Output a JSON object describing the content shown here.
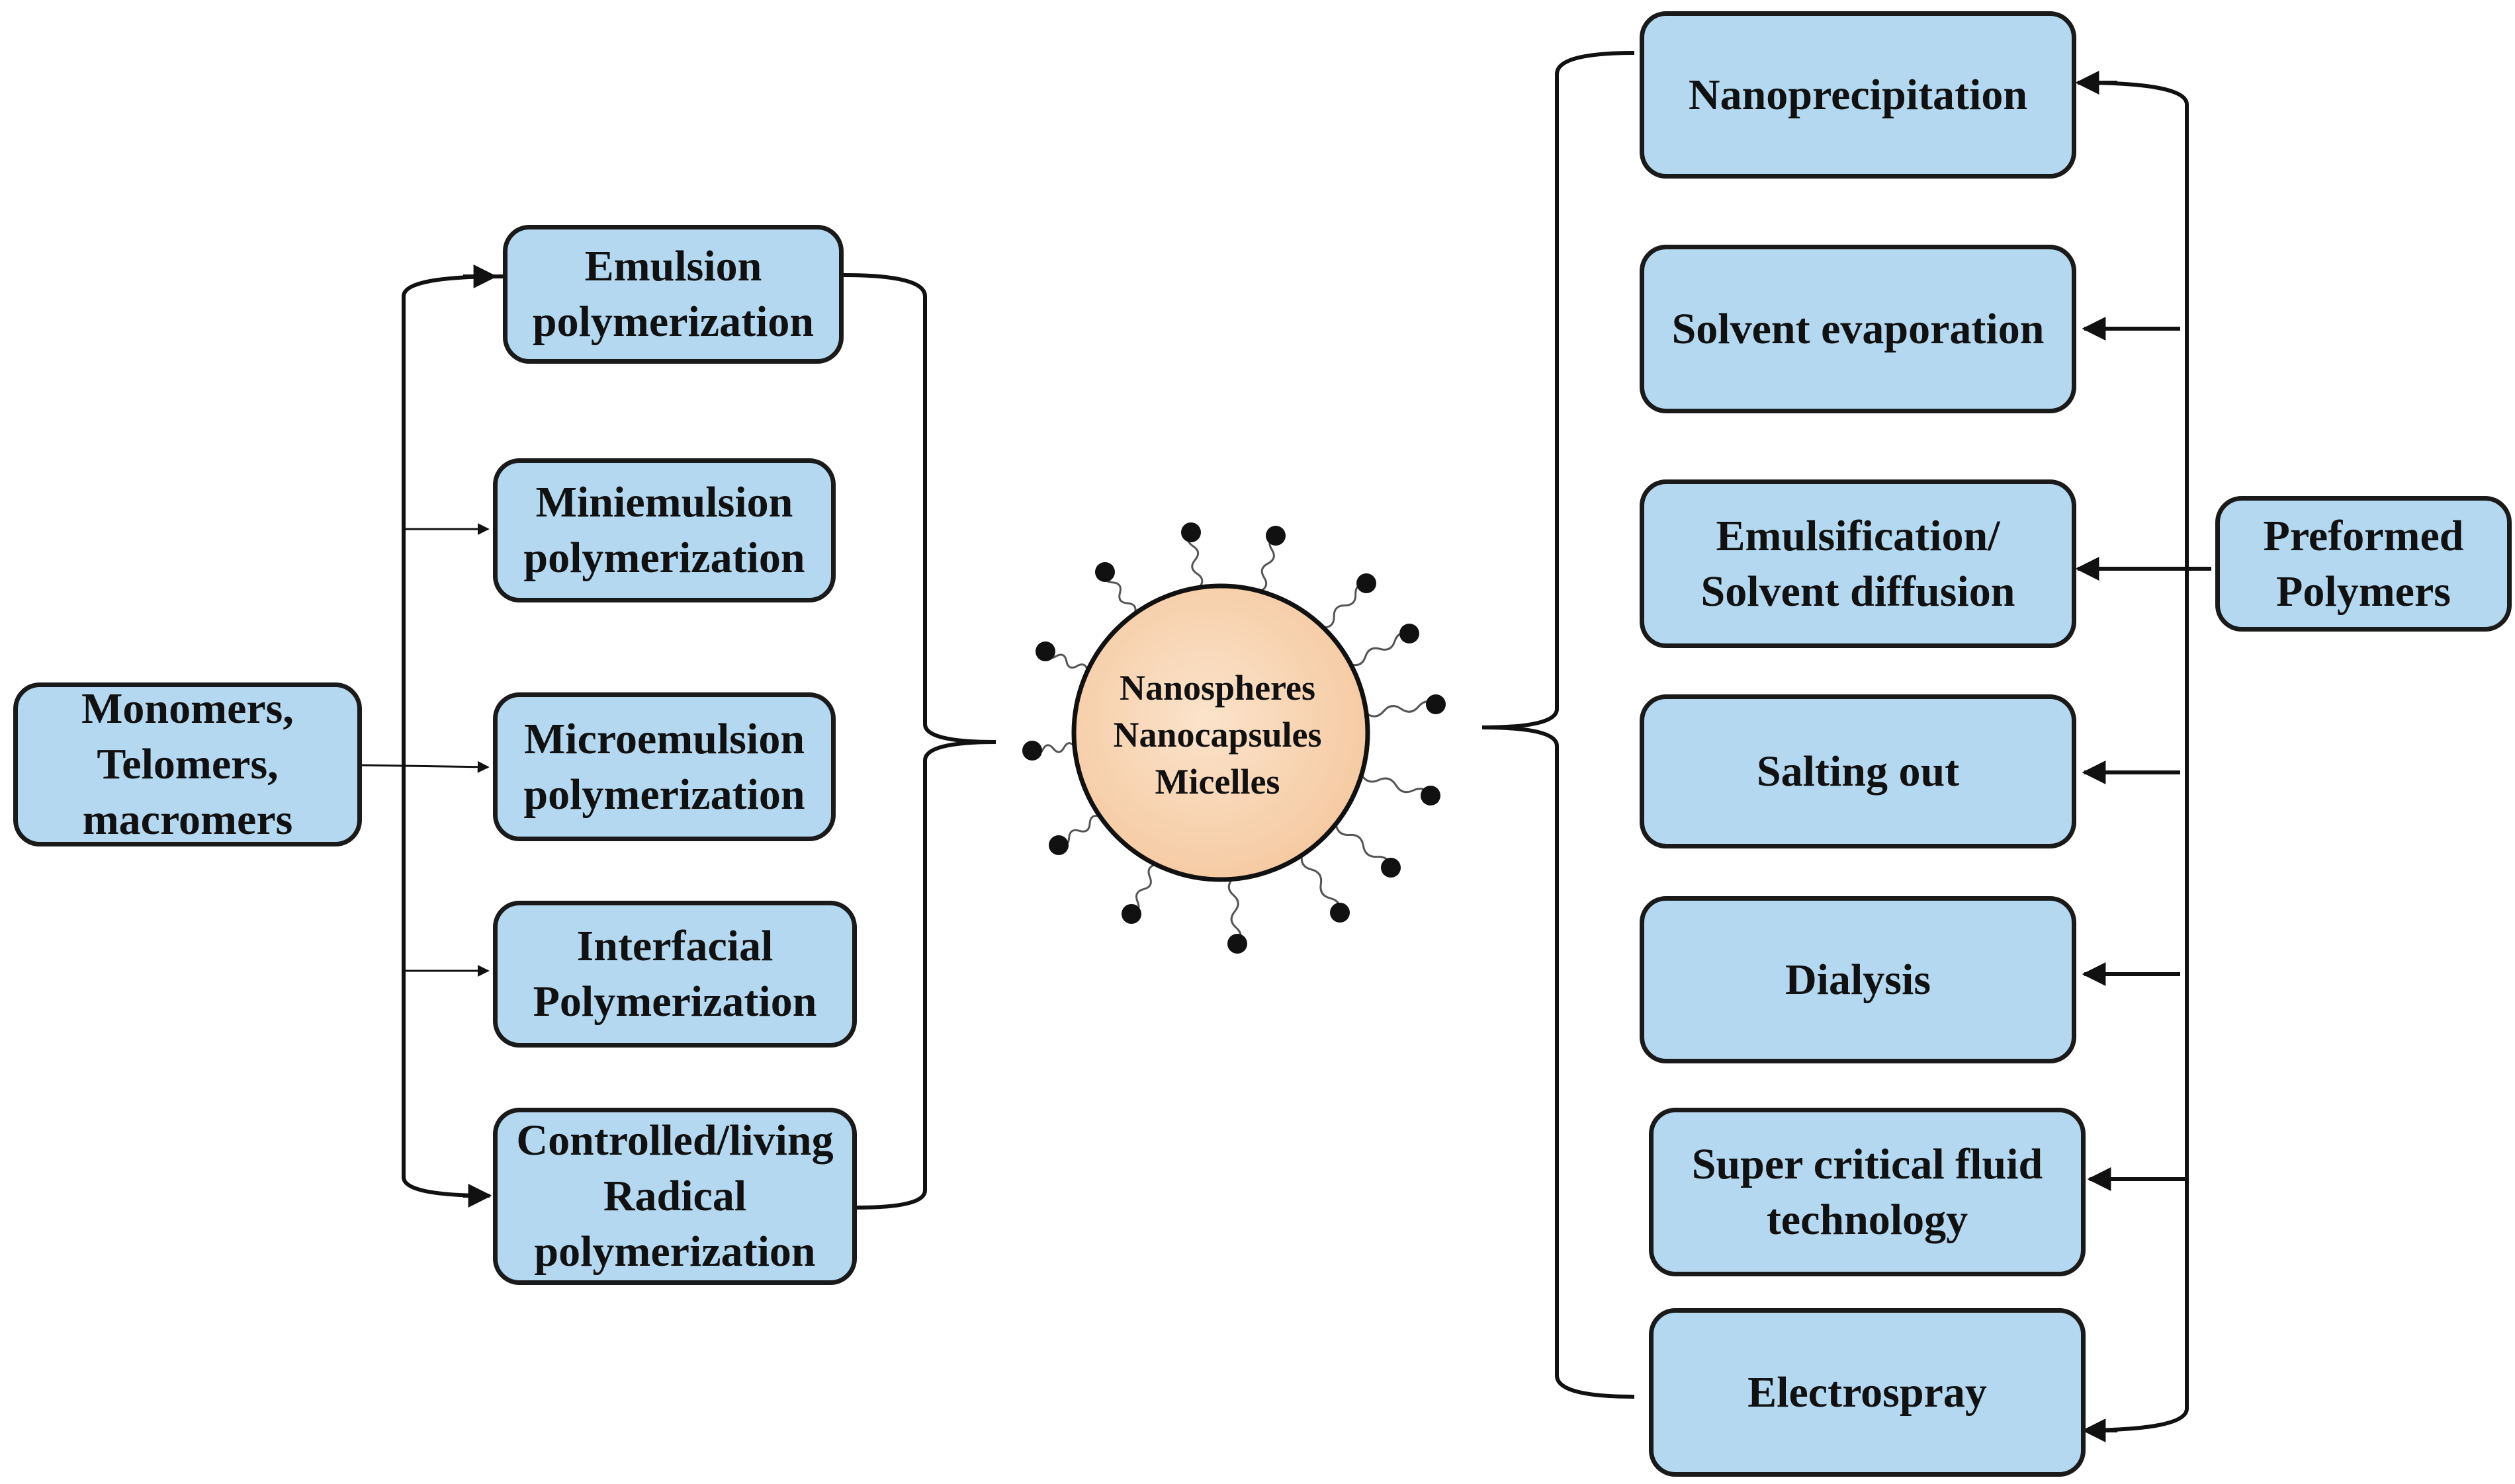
{
  "left_source": {
    "lines": [
      "Monomers,",
      "Telomers,",
      "macromers"
    ]
  },
  "left_methods": [
    {
      "lines": [
        "Emulsion",
        "polymerization"
      ]
    },
    {
      "lines": [
        "Miniemulsion",
        "polymerization"
      ]
    },
    {
      "lines": [
        "Microemulsion",
        "polymerization"
      ]
    },
    {
      "lines": [
        "Interfacial",
        "Polymerization"
      ]
    },
    {
      "lines": [
        "Controlled/living",
        "Radical",
        "polymerization"
      ]
    }
  ],
  "center": {
    "lines": [
      "Nanospheres",
      "Nanocapsules",
      "Micelles"
    ]
  },
  "right_methods": [
    {
      "lines": [
        "Nanoprecipitation"
      ]
    },
    {
      "lines": [
        "Solvent evaporation"
      ]
    },
    {
      "lines": [
        "Emulsification/",
        "Solvent diffusion"
      ]
    },
    {
      "lines": [
        "Salting out"
      ]
    },
    {
      "lines": [
        "Dialysis"
      ]
    },
    {
      "lines": [
        "Super critical fluid",
        "technology"
      ]
    },
    {
      "lines": [
        "Electrospray"
      ]
    }
  ],
  "right_source": {
    "lines": [
      "Preformed",
      "Polymers"
    ]
  },
  "colors": {
    "box_fill": "#b3d8f0",
    "border": "#1a1a1a",
    "particle_fill": "#f8d4b0",
    "particle_edge": "#e8b890",
    "tail_dot": "#111111"
  }
}
